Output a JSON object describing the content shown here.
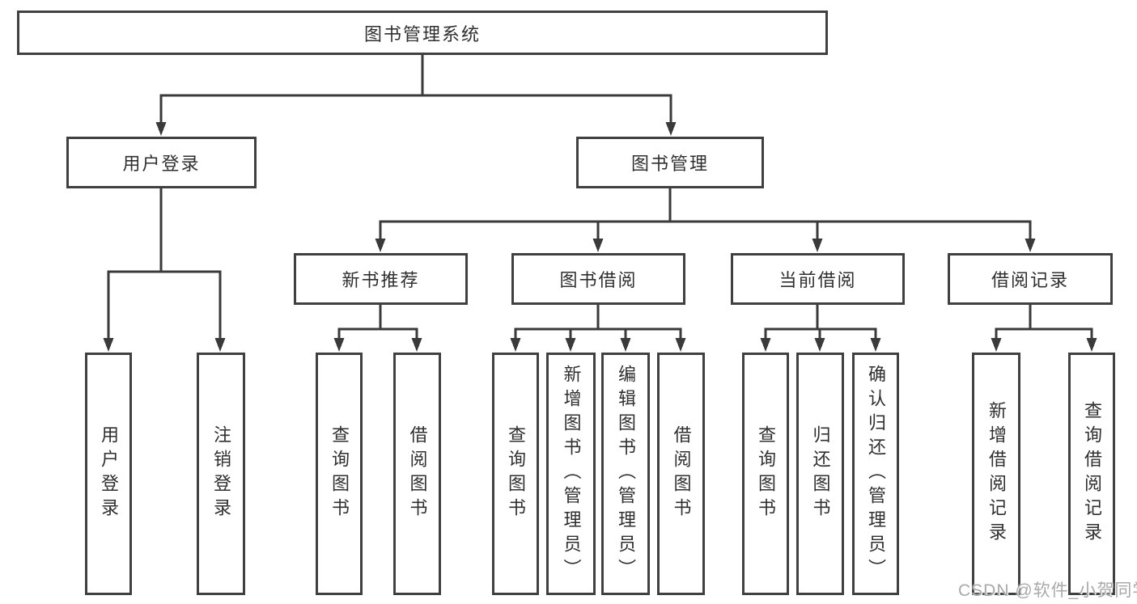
{
  "title": "图书管理系统",
  "watermark": "CSDN @软件_小贺同学",
  "colors": {
    "line": "#3a3a3a",
    "box_border": "#404040",
    "text": "#2f2f2f",
    "watermark": "#a9a9a9",
    "background": "#ffffff"
  },
  "tree": {
    "root": "图书管理系统",
    "level2": [
      "用户登录",
      "图书管理"
    ],
    "level3": [
      "新书推荐",
      "图书借阅",
      "当前借阅",
      "借阅记录"
    ],
    "leaves": {
      "user_login": [
        "用户登录",
        "注销登录"
      ],
      "new_book": [
        "查询图书",
        "借阅图书"
      ],
      "book_borrow": [
        "查询图书",
        "新增图书（管理员）",
        "编辑图书（管理员）",
        "借阅图书"
      ],
      "current_borrow": [
        "查询图书",
        "归还图书",
        "确认归还（管理员）"
      ],
      "borrow_records": [
        "新增借阅记录",
        "查询借阅记录"
      ]
    }
  }
}
